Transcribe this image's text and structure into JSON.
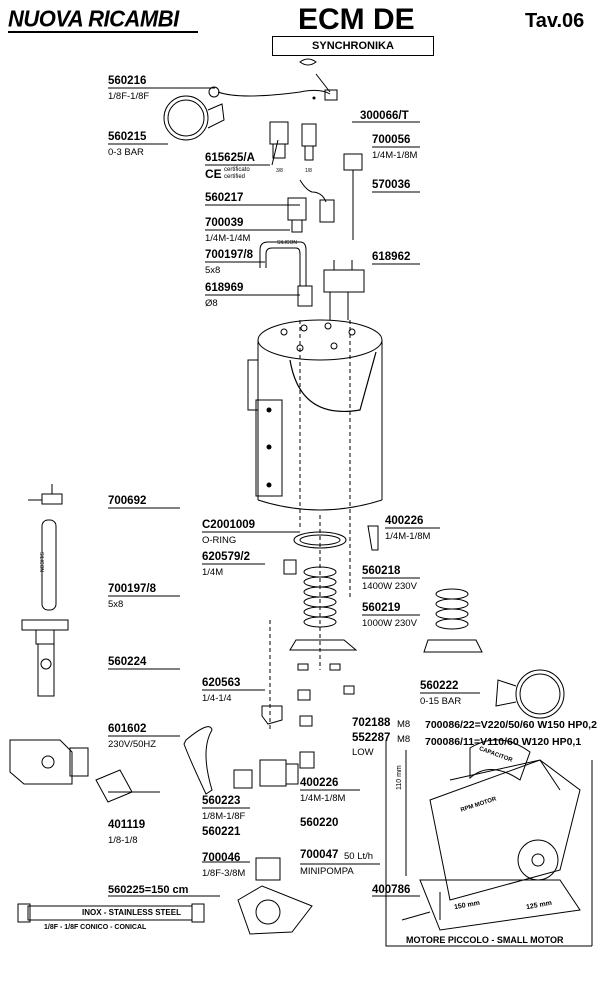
{
  "header": {
    "brand": "NUOVA RICAMBI",
    "title": "ECM DE",
    "tav": "Tav.06",
    "subtitle": "SYNCHRONIKA"
  },
  "parts": [
    {
      "code": "560216",
      "spec": "1/8F-1/8F"
    },
    {
      "code": "560215",
      "spec": "0-3 BAR"
    },
    {
      "code": "300066/T",
      "spec": ""
    },
    {
      "code": "700056",
      "spec": "1/4M-1/8M"
    },
    {
      "code": "615625/A",
      "spec": ""
    },
    {
      "code": "570036",
      "spec": ""
    },
    {
      "code": "560217",
      "spec": ""
    },
    {
      "code": "700039",
      "spec": "1/4M-1/4M"
    },
    {
      "code": "700197/8",
      "spec": "5x8"
    },
    {
      "code": "618962",
      "spec": ""
    },
    {
      "code": "618969",
      "spec": "Ø8"
    },
    {
      "code": "700692",
      "spec": ""
    },
    {
      "code": "C2001009",
      "spec": "O-RING"
    },
    {
      "code": "400226",
      "spec": "1/4M-1/8M"
    },
    {
      "code": "620579/2",
      "spec": "1/4M"
    },
    {
      "code": "560218",
      "spec": "1400W 230V"
    },
    {
      "code": "700197/8",
      "spec": "5x8"
    },
    {
      "code": "560219",
      "spec": "1000W 230V"
    },
    {
      "code": "560224",
      "spec": ""
    },
    {
      "code": "560222",
      "spec": "0-15 BAR"
    },
    {
      "code": "620563",
      "spec": "1/4-1/4"
    },
    {
      "code": "702188",
      "spec": "M8"
    },
    {
      "code": "552287",
      "spec": "M8"
    },
    {
      "code": "601602",
      "spec": "230V/50HZ"
    },
    {
      "code": "560223",
      "spec": "1/8M-1/8F"
    },
    {
      "code": "400226",
      "spec": "1/4M-1/8M"
    },
    {
      "code": "560221",
      "spec": ""
    },
    {
      "code": "560220",
      "spec": ""
    },
    {
      "code": "401119",
      "spec": "1/8-1/8"
    },
    {
      "code": "700046",
      "spec": "1/8F-3/8M"
    },
    {
      "code": "700047",
      "spec": "50 Lt/h"
    },
    {
      "code": "400786",
      "spec": ""
    }
  ],
  "extra": {
    "ce": "certificato certified",
    "low": "LOW",
    "minipompa": "MINIPOMPA",
    "motor1": "700086/22=V220/50/60 W150 HP0,2",
    "motor2": "700086/11=V110/60 W120 HP0,1",
    "hose_code": "560225=150 cm",
    "hose_band": "INOX - STAINLESS STEEL",
    "hose_spec": "1/8F - 1/8F CONICO - CONICAL",
    "motor_caption": "MOTORE PICCOLO - SMALL MOTOR",
    "capacitor": "CAPACITOR",
    "rpm": "RPM MOTOR",
    "dim110": "110 mm",
    "dim150": "150 mm",
    "dim125": "125 mm",
    "silicon": "SILICON",
    "ce_mark": "CE",
    "size38": "3/8",
    "size18": "1/8"
  }
}
